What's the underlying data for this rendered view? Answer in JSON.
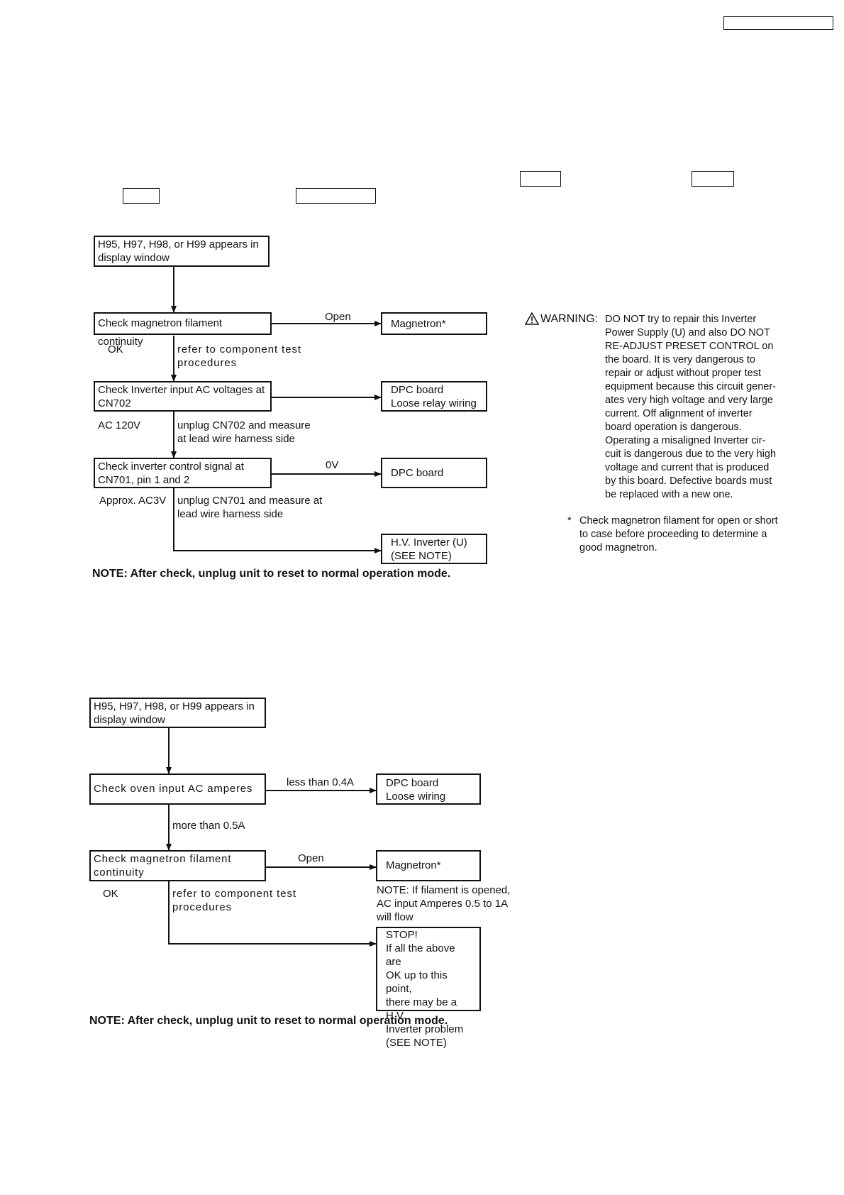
{
  "flowchart1": {
    "start": "H95, H97, H98, or H99 appears in\ndisplay  window",
    "check_filament": "Check magnetron filament continuity",
    "open_label": "Open",
    "magnetron": "Magnetron*",
    "ok_label": "OK",
    "refer_label": "refer  to  component  test\nprocedures",
    "check_inverter_input": "Check Inverter input AC voltages at\nCN702",
    "dpc_relay": "DPC board\nLoose relay wiring",
    "ac120_label": "AC 120V",
    "unplug_cn702": "unplug CN702 and measure\nat lead wire harness side",
    "check_control": "Check inverter control signal at\nCN701, pin 1 and 2",
    "zero_v_label": "0V",
    "dpc_board": "DPC board",
    "approx_label": "Approx. AC3V",
    "unplug_cn701": "unplug CN701 and measure at\nlead wire harness side",
    "hv_inverter": "H.V. Inverter (U)\n(SEE NOTE)",
    "note": "NOTE:  After check, unplug unit to reset to normal operation mode."
  },
  "warning": {
    "icon": "warning-triangle-icon",
    "head": "WARNING:",
    "first_line": "DO NOT try to repair this Inverter",
    "body": "Power Supply (U) and also DO NOT\nRE-ADJUST PRESET CONTROL on\nthe board.  It is very dangerous to\nrepair or adjust without proper test\nequipment because this circuit gener-\nates very high voltage and very large\ncurrent.  Off alignment of inverter\nboard operation is dangerous.\nOperating a misaligned Inverter cir-\ncuit is dangerous due to the very high\nvoltage and current that is produced\nby this board.  Defective boards must\nbe replaced with a new one.",
    "star": "*",
    "footnote": "Check magnetron filament for open or short\nto case before proceeding to determine a\ngood magnetron."
  },
  "flowchart2": {
    "start": "H95, H97, H98, or H99 appears in\ndisplay  window",
    "check_amperes": "Check  oven  input  AC  amperes",
    "less_label": "less than 0.4A",
    "dpc_loose": "DPC board\nLoose wiring",
    "more_label": "more than 0.5A",
    "check_filament": "Check  magnetron  filament\ncontinuity",
    "open_label": "Open",
    "magnetron": "Magnetron*",
    "ok_label": "OK",
    "refer_label": "refer  to  component  test\nprocedures",
    "filament_note": "NOTE:  If filament is opened,\nAC input Amperes 0.5 to 1A\nwill flow",
    "stop": "STOP!\nIf all the above are\nOK up to this point,\nthere may be a H.V.\nInverter problem\n(SEE NOTE)",
    "note": "NOTE:  After check, unplug unit to reset to normal operation mode."
  }
}
